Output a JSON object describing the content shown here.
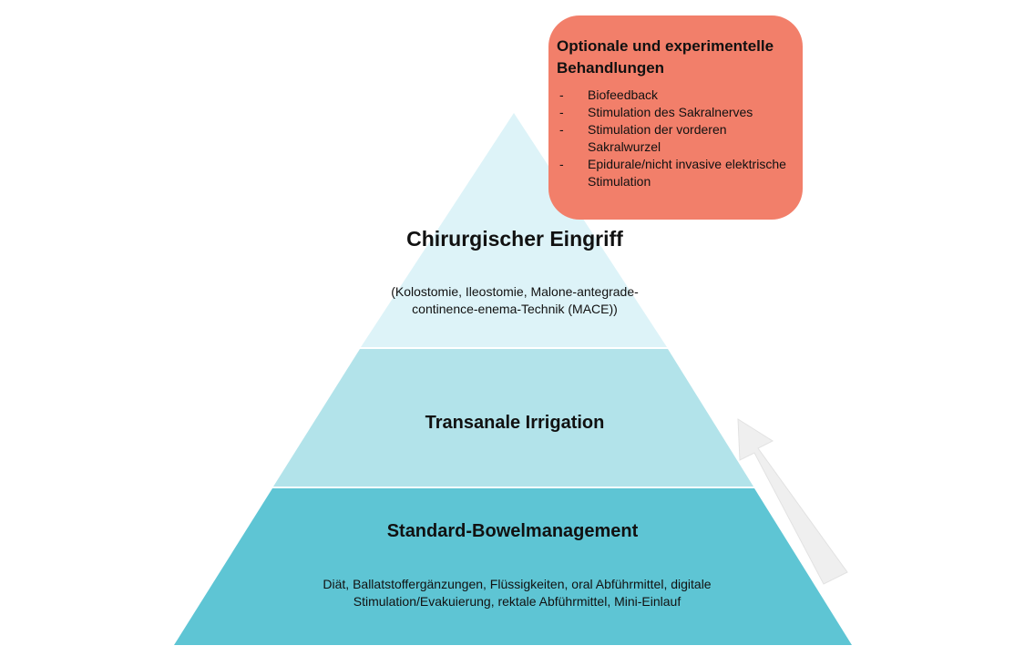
{
  "pyramid": {
    "top": {
      "title": "Chirurgischer Eingriff",
      "subtitle": "(Kolostomie, Ileostomie, Malone-antegrade-continence-enema-Technik (MACE))",
      "color": "#ddf3f8"
    },
    "middle": {
      "title": "Transanale Irrigation",
      "color": "#b2e3ea"
    },
    "bottom": {
      "title": "Standard-Bowelmanagement",
      "subtitle": "Diät, Ballatstoffergänzungen, Flüssigkeiten, oral Abführmittel, digitale Stimulation/Evakuierung, rektale Abführmittel, Mini-Einlauf",
      "color": "#5ec5d4"
    }
  },
  "optional_box": {
    "title": "Optionale und experimentelle Behandlungen",
    "items": [
      "Biofeedback",
      "Stimulation des Sakralnerves",
      "Stimulation der vorderen Sakralwurzel",
      "Epidurale/nicht invasive elektrische Stimulation"
    ],
    "color": "#f27f6a"
  },
  "arrow": {
    "icon": "up-right-arrow-icon",
    "color": "#efefef"
  }
}
